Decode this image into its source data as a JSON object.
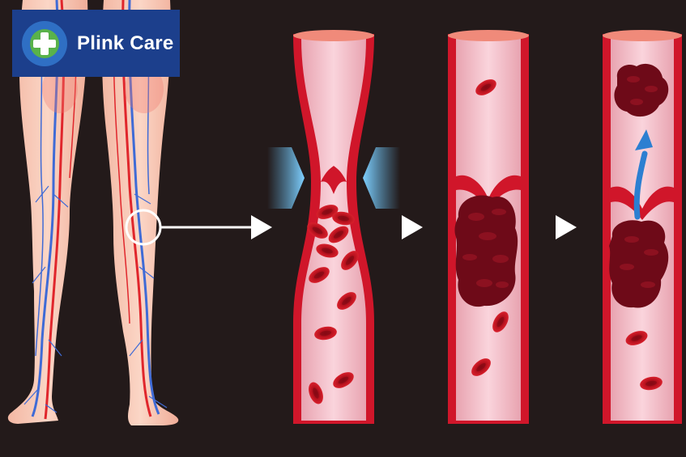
{
  "brand": {
    "name": "Plink Care",
    "colors": {
      "box": "#1c3f8c",
      "mark_outer": "#2f6fc4",
      "mark_inner": "#59b24a"
    }
  },
  "illustration": {
    "stages": [
      {
        "id": "legs",
        "icon": "legs-with-veins"
      },
      {
        "id": "narrowing",
        "icon": "compressed-vein-blood-cells"
      },
      {
        "id": "clot",
        "icon": "vein-with-clot"
      },
      {
        "id": "embolus",
        "icon": "clot-breaking-away-arrow-up"
      }
    ],
    "colors": {
      "background": "#231a1a",
      "vessel_wall": "#d0162a",
      "vessel_lumen": "#f5c3cc",
      "blood_cell": "#c4121f",
      "clot": "#6e0a18",
      "arrow_blue": "#2c7fd1",
      "compress_arrow": "#5fb6e8",
      "vein_blue": "#3f6bd6",
      "artery_red": "#e0262c",
      "skin": "#f6c8b4"
    }
  }
}
